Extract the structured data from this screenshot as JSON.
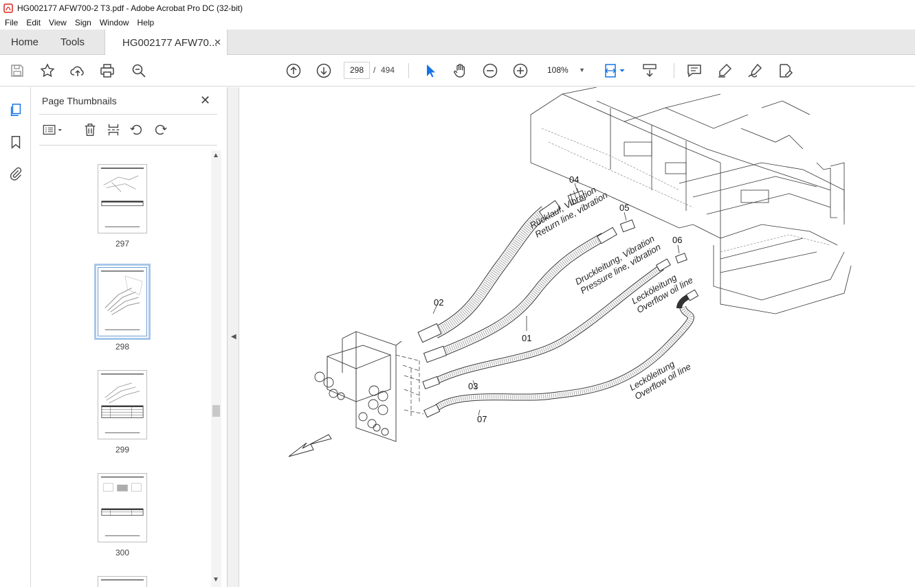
{
  "window": {
    "title": "HG002177 AFW700-2 T3.pdf - Adobe Acrobat Pro DC (32-bit)"
  },
  "menu": [
    "File",
    "Edit",
    "View",
    "Sign",
    "Window",
    "Help"
  ],
  "tabs": {
    "home": "Home",
    "tools": "Tools",
    "document": "HG002177 AFW70...",
    "close": "✕"
  },
  "navigation": {
    "current_page": "298",
    "separator": "/",
    "total_pages": "494",
    "zoom": "108%"
  },
  "panel": {
    "title": "Page Thumbnails",
    "close": "✕"
  },
  "thumbnails": [
    {
      "page": "297",
      "selected": false
    },
    {
      "page": "298",
      "selected": true
    },
    {
      "page": "299",
      "selected": false
    },
    {
      "page": "300",
      "selected": false
    }
  ],
  "icons": {
    "toolbar": [
      "save-icon",
      "bookmark-star-icon",
      "upload-icon",
      "print-icon",
      "zoom-search-icon",
      "page-up-icon",
      "page-down-icon",
      "select-cursor-icon",
      "hand-icon",
      "zoom-out-icon",
      "zoom-in-icon",
      "fit-page-icon",
      "scroll-mode-icon",
      "comment-icon",
      "highlight-icon",
      "sign-icon",
      "edit-pdf-icon"
    ],
    "rail": [
      "pages-icon",
      "bookmark-icon",
      "attachment-icon"
    ],
    "panel": [
      "options-icon",
      "delete-icon",
      "insert-page-icon",
      "rotate-left-icon",
      "rotate-right-icon"
    ]
  },
  "drawing": {
    "callouts": [
      "01",
      "02",
      "03",
      "04",
      "05",
      "06",
      "07"
    ],
    "labels": {
      "return_de": "Rücklauf, Vibration",
      "return_en": "Return line, vibration",
      "pressure_de": "Druckleitung, Vibration",
      "pressure_en": "Pressure line, vibration",
      "overflow1_de": "Lecköleitung",
      "overflow1_en": "Overflow oil line",
      "overflow2_de": "Lecköleitung",
      "overflow2_en": "Overflow oil line"
    }
  },
  "colors": {
    "accent": "#1473e6",
    "selected_thumb": "#a7c7e8",
    "pdf_red": "#d7261e"
  }
}
